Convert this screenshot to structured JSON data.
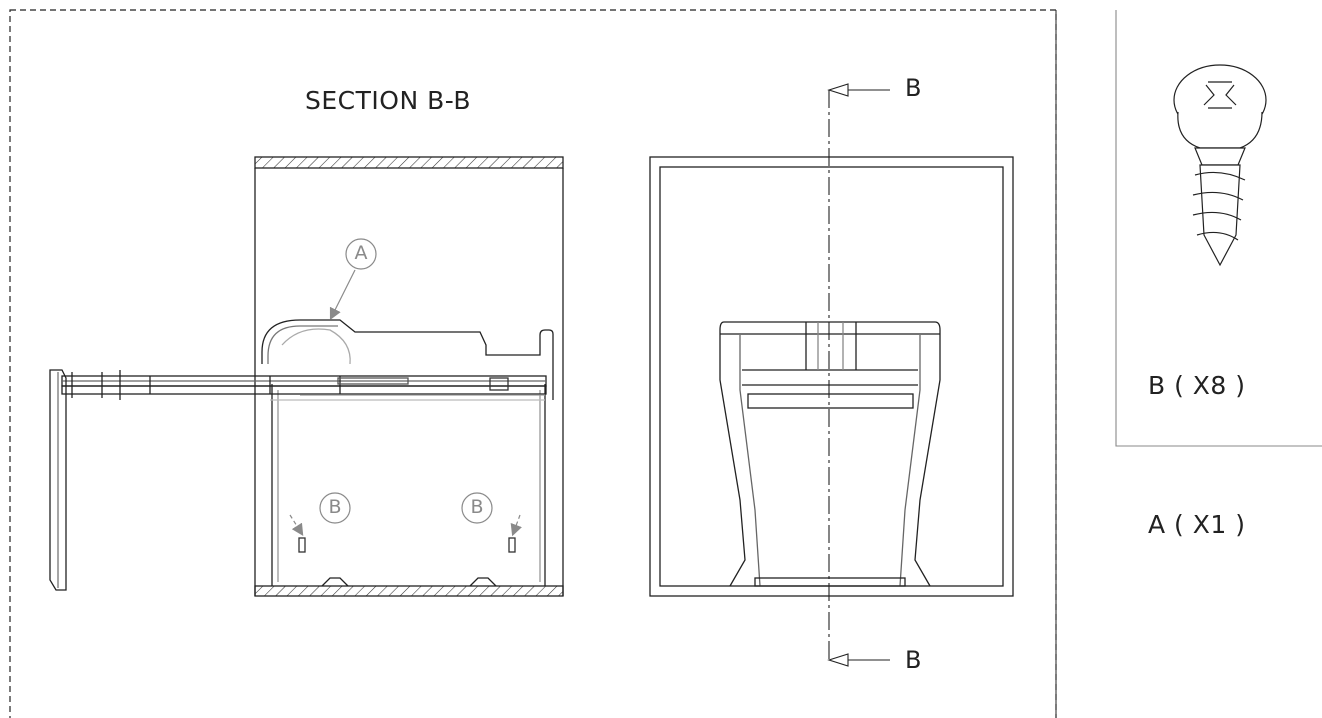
{
  "diagram": {
    "section_title": "SECTION B-B",
    "cut_label_top": "B",
    "cut_label_bottom": "B",
    "callouts": {
      "a": "A",
      "b_left": "B",
      "b_right": "B"
    },
    "parts": {
      "b_quantity": "B ( X8 )",
      "a_quantity": "A ( X1 )"
    }
  },
  "colors": {
    "line": "#222222",
    "callout": "#8a8a8a",
    "background": "#ffffff"
  }
}
